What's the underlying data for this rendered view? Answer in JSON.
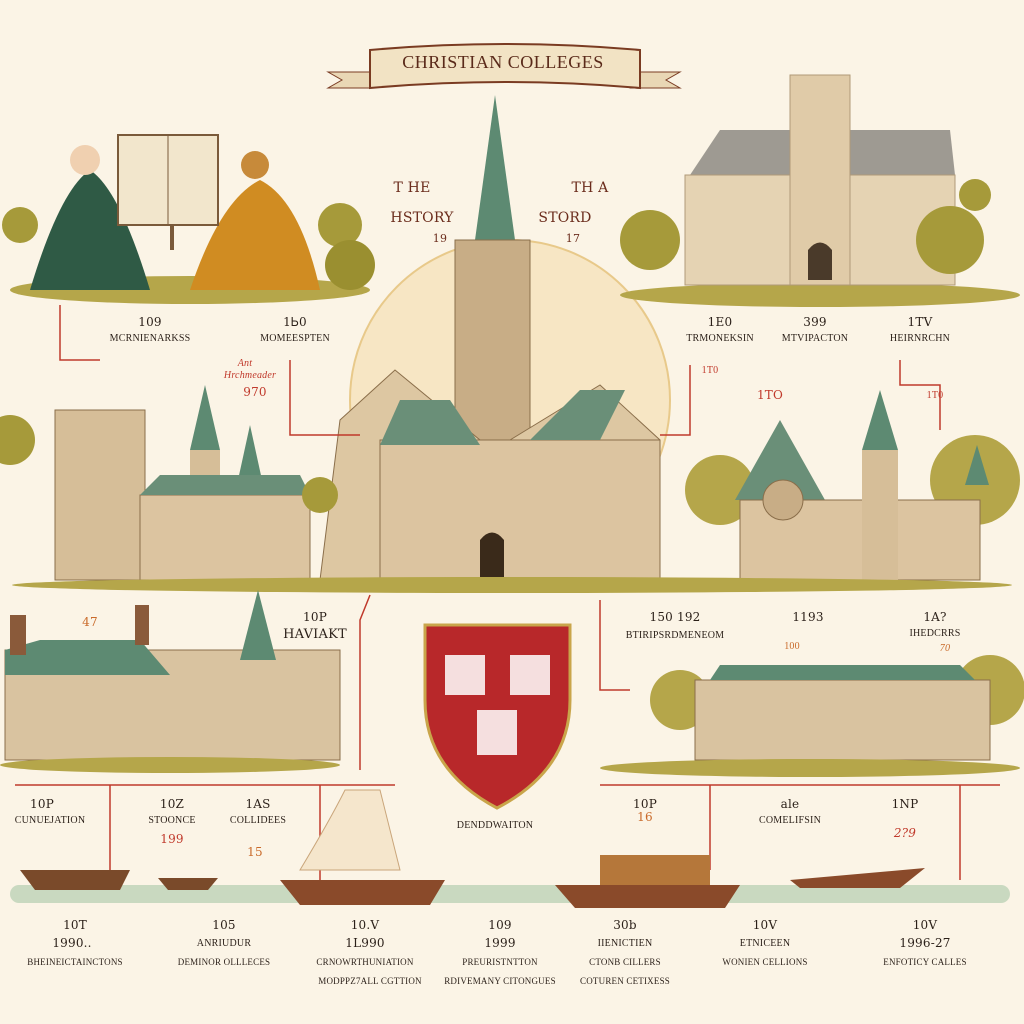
{
  "header": {
    "banner_title": "CHRISTIAN COLLEGES",
    "left_heading": [
      "T HE",
      "HSTORY",
      "19"
    ],
    "right_heading": [
      "TH A",
      "STORD",
      "17"
    ]
  },
  "row1": [
    {
      "year": "109",
      "label": "MCRNIENARKSS"
    },
    {
      "year": "1Ꮟ0",
      "label": "MOMEESPTEN"
    },
    {
      "year": "1E0",
      "label": "TRMONEKSIN"
    },
    {
      "year": "399",
      "label": "MTVIPACTON"
    },
    {
      "year": "1TV",
      "label": "HEIRNRCHN"
    }
  ],
  "row1_notes": [
    "Ant",
    "Hrchmeader",
    "970",
    "1T0",
    "1TO",
    "1T0"
  ],
  "row2": [
    {
      "year": "47",
      "label": ""
    },
    {
      "year": "10P",
      "label": "HAVIAKT"
    },
    {
      "year": "150  192",
      "label": "BTIRIPSRDMENEOM"
    },
    {
      "year": "1193",
      "label": "100"
    },
    {
      "year": "1A?",
      "label": "IHEDCRRS",
      "note": "70"
    }
  ],
  "row3": [
    {
      "year": "10P",
      "label": "CUNUEJATION"
    },
    {
      "year": "10Z",
      "label": "STOONCE",
      "note": "199"
    },
    {
      "year": "1AS",
      "label": "COLLIDEES",
      "note": "15"
    },
    {
      "year": "",
      "label": "DENDDWAITON"
    },
    {
      "year": "10P",
      "label": "16"
    },
    {
      "year": "ale",
      "label": "COMELIFSIN"
    },
    {
      "year": "1NP",
      "label": "2?9"
    }
  ],
  "bottom": [
    {
      "code": "10T",
      "year": "1990..",
      "label": "BHEINEICTAINCTONS",
      "sub": ""
    },
    {
      "code": "105",
      "year": "ANRIUDUR",
      "label": "DEMINOR OLLLECES",
      "sub": ""
    },
    {
      "code": "10.V",
      "year": "1L990",
      "label": "CRNOWRTHUNIATION",
      "sub": "MODPPZ7ALL CGTTION"
    },
    {
      "code": "109",
      "year": "1999",
      "label": "PREURISTNTTON",
      "sub": "RDIVEMANY CITONGUES"
    },
    {
      "code": "30b",
      "year": "IIENICTIEN",
      "label": "CTONB CILLERS",
      "sub": "COTUREN CETIXESS"
    },
    {
      "code": "10V",
      "year": "ETNICEEN",
      "label": "WONIEN CELLIONS",
      "sub": ""
    },
    {
      "code": "10V",
      "year": "1996-27",
      "label": "ENFOTICY CALLES",
      "sub": ""
    }
  ],
  "colors": {
    "background": "#fbf4e6",
    "stone": "#d9c3a0",
    "roof": "#5d8a72",
    "shield": "#b8282a",
    "line": "#c0392b",
    "grass": "#a69a3a"
  }
}
